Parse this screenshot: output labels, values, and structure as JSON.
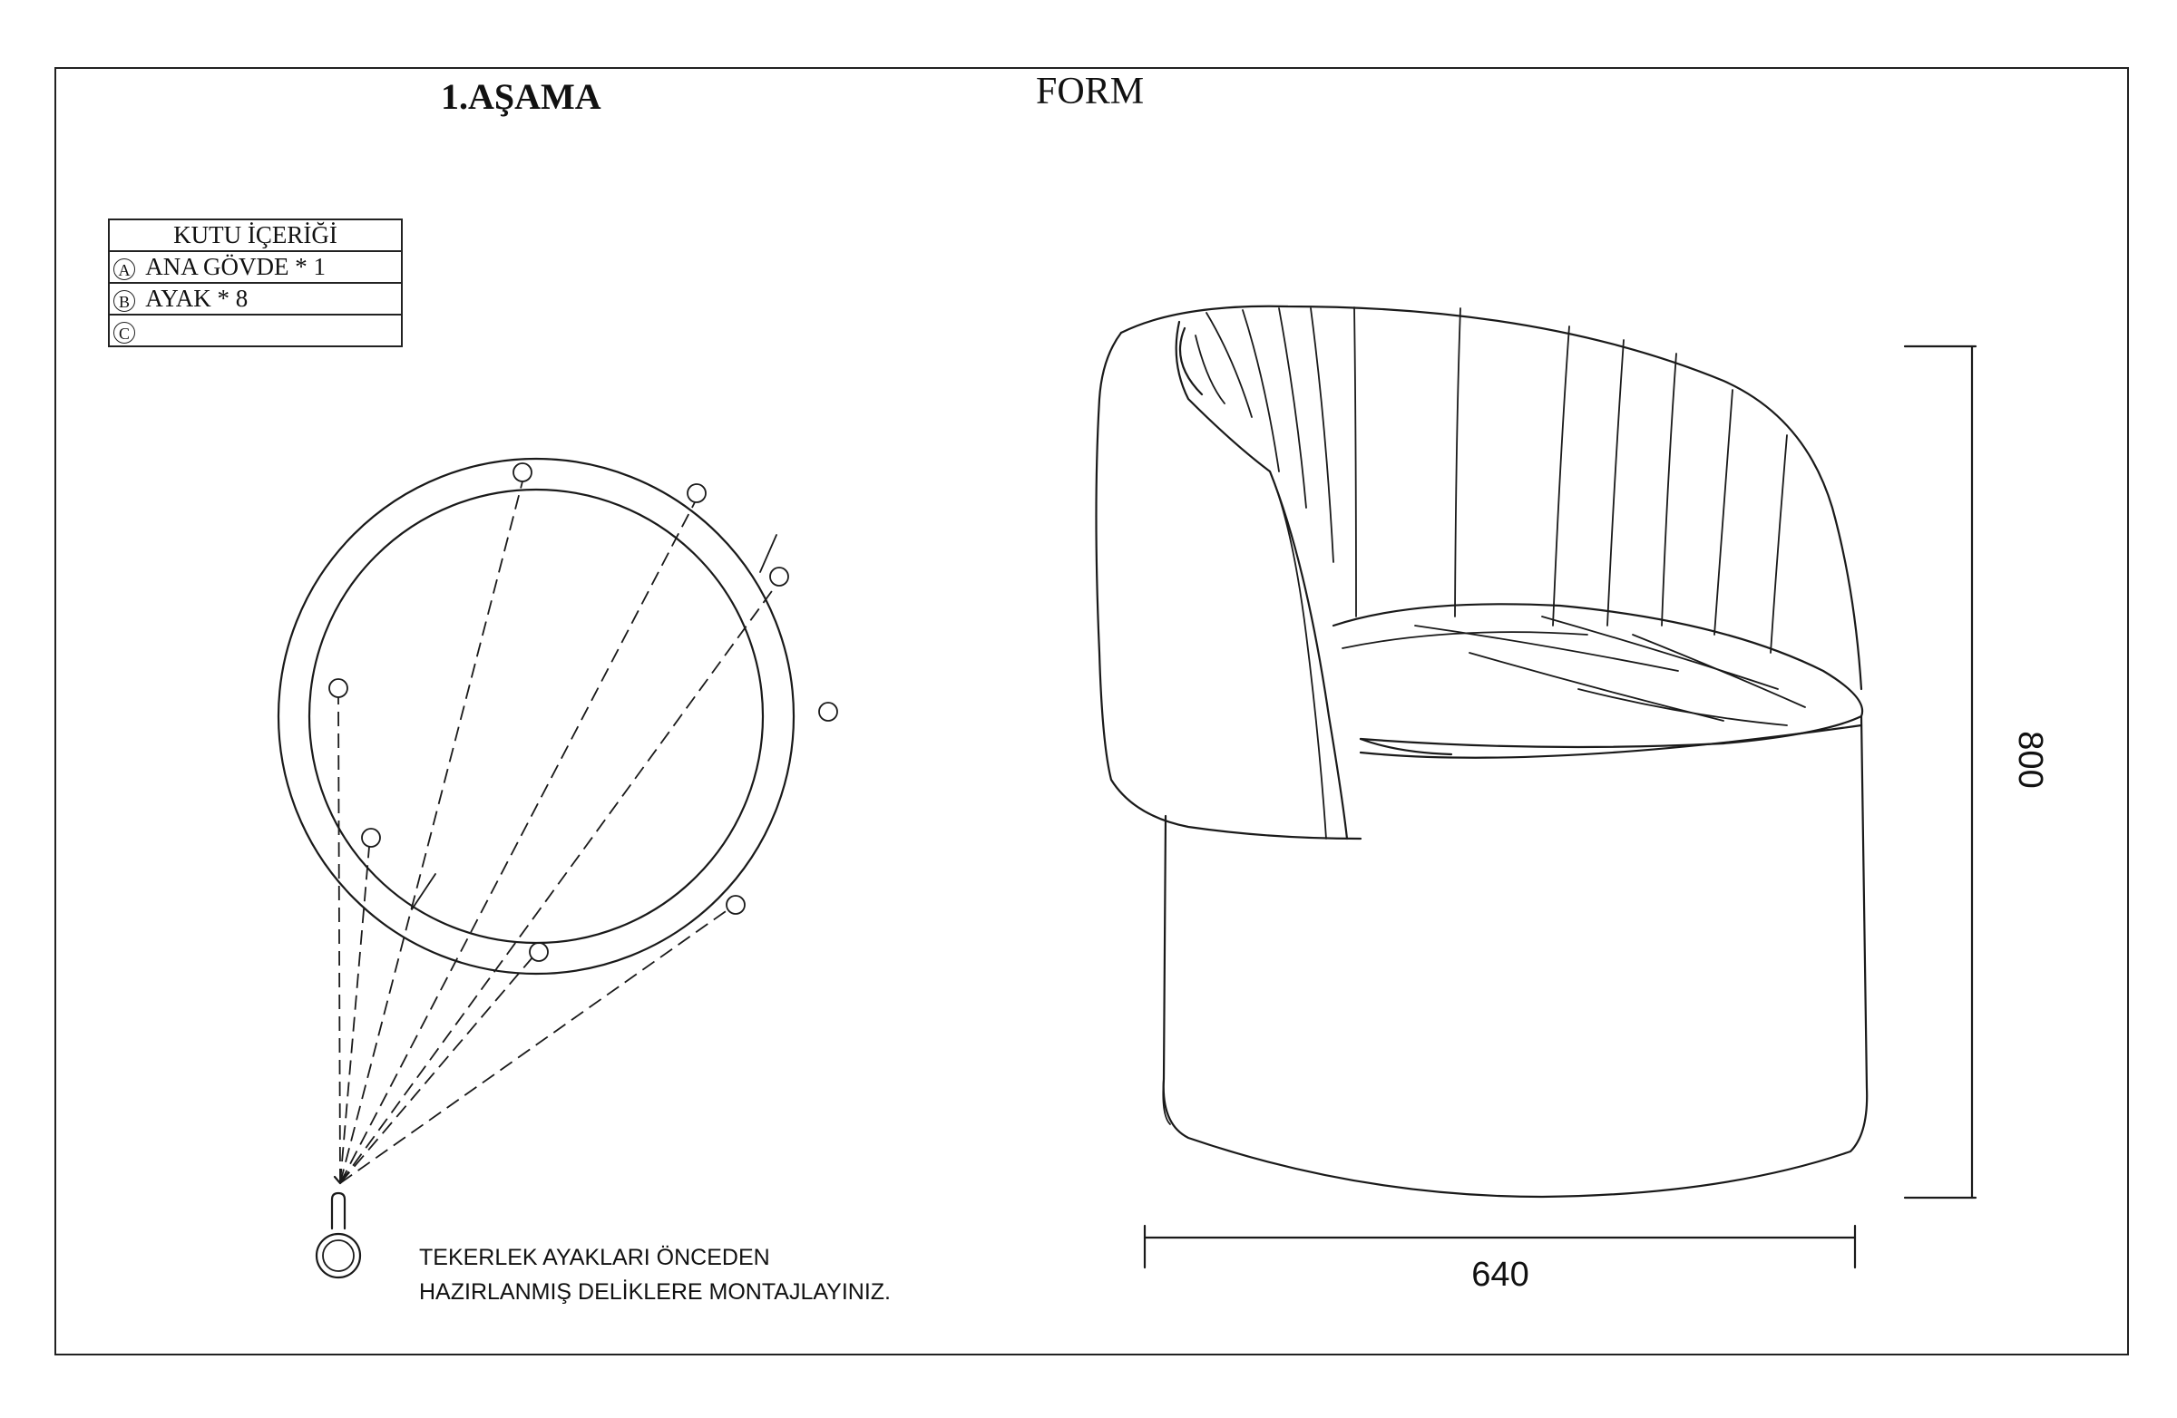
{
  "header": {
    "step_title": "1.AŞAMA",
    "form_title": "FORM"
  },
  "box_contents": {
    "title": "KUTU İÇERİĞİ",
    "items": [
      {
        "marker": "A",
        "label": "ANA GÖVDE * 1"
      },
      {
        "marker": "B",
        "label": "AYAK * 8"
      },
      {
        "marker": "C",
        "label": ""
      }
    ]
  },
  "instruction": {
    "line1": "TEKERLEK AYAKLARI ÖNCEDEN",
    "line2": "HAZIRLANMIŞ DELİKLERE MONTAJLAYINIZ."
  },
  "dimensions": {
    "width": "640",
    "height": "800"
  }
}
